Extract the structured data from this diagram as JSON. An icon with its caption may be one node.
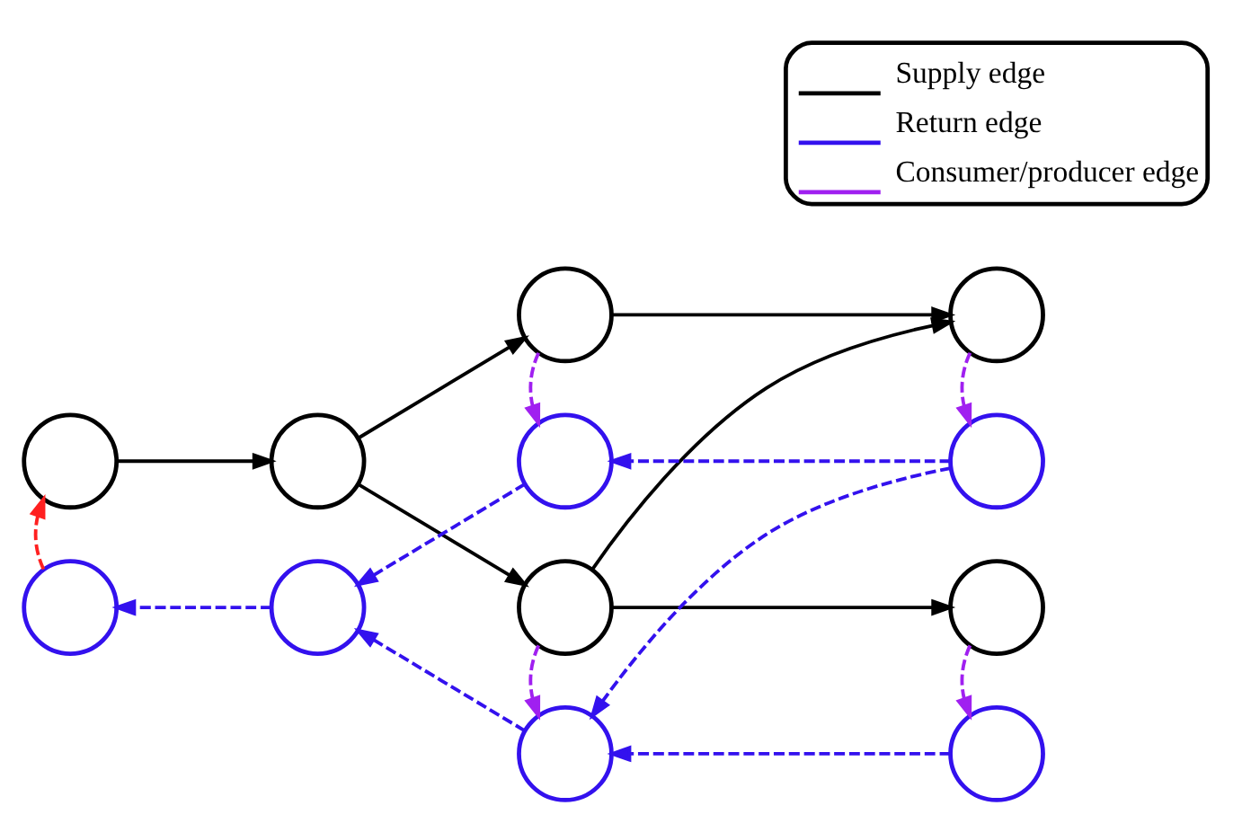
{
  "diagram": {
    "nodes": [
      {
        "text": [],
        "shape": "circle"
      },
      {
        "text": [],
        "shape": "circle"
      },
      {
        "text": [],
        "shape": "circle"
      },
      {
        "text": [],
        "shape": "circle"
      },
      {
        "text": [],
        "shape": "circle"
      },
      {
        "text": [],
        "shape": "circle"
      },
      {
        "text": [],
        "shape": "circle"
      },
      {
        "text": [],
        "shape": "circle"
      },
      {
        "text": [],
        "shape": "circle"
      },
      {
        "text": [],
        "shape": "circle"
      },
      {
        "text": [],
        "shape": "circle"
      },
      {
        "text": [],
        "shape": "circle"
      }
    ],
    "edges": [
      {
        "from": 1,
        "to": 2,
        "arrow": "to"
      },
      {
        "from": 2,
        "to": 0,
        "arrow": "to"
      },
      {
        "from": 2,
        "to": 7,
        "arrow": "to"
      },
      {
        "from": 0,
        "to": 4,
        "arrow": "to"
      },
      {
        "from": 7,
        "to": 4,
        "arrow": "to"
      },
      {
        "from": 7,
        "to": 9,
        "arrow": "to"
      },
      {
        "from": 0,
        "to": 3,
        "arrow": "to",
        "style": "dashed",
        "color": "#a020f0"
      },
      {
        "from": 4,
        "to": 8,
        "arrow": "to",
        "style": "dashed",
        "color": "#a020f0"
      },
      {
        "from": 7,
        "to": 10,
        "arrow": "to",
        "style": "dashed",
        "color": "#a020f0"
      },
      {
        "from": 9,
        "to": 11,
        "arrow": "to",
        "style": "dashed",
        "color": "#a020f0"
      },
      {
        "from": 5,
        "to": 1,
        "arrow": "to",
        "style": "dashed",
        "color": "#ff2020"
      },
      {
        "from": 6,
        "to": 5,
        "arrow": "to",
        "style": "dashed",
        "color": "#3311ee"
      },
      {
        "from": 3,
        "to": 6,
        "arrow": "to",
        "style": "dashed",
        "color": "#3311ee"
      },
      {
        "from": 8,
        "to": 3,
        "arrow": "to",
        "style": "dashed",
        "color": "#3311ee"
      },
      {
        "from": 8,
        "to": 10,
        "arrow": "to",
        "style": "dashed",
        "color": "#3311ee"
      },
      {
        "from": 10,
        "to": 6,
        "arrow": "to",
        "style": "dashed",
        "color": "#3311ee"
      },
      {
        "from": 11,
        "to": 10,
        "arrow": "to",
        "style": "dashed",
        "color": "#3311ee"
      }
    ],
    "legend": [
      {
        "text": "Supply edge"
      },
      {
        "text": "Return edge"
      },
      {
        "text": "Consumer/producer edge"
      }
    ]
  }
}
